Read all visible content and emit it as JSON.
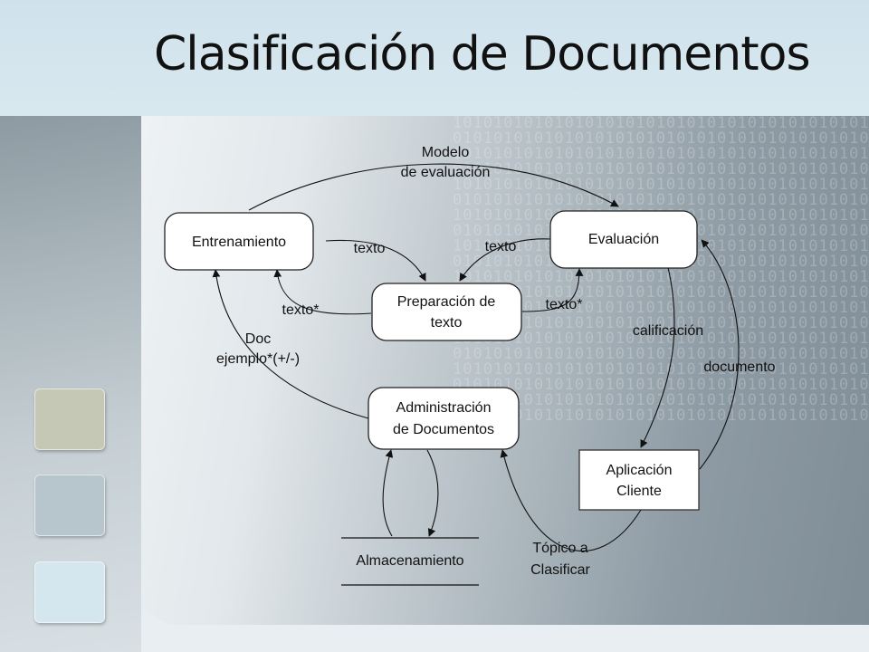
{
  "slide": {
    "title": "Clasificación de Documentos"
  },
  "decor": {
    "binary_text": "1010101010101010101010101010101010101010101010101010"
  },
  "nodes": {
    "entrenamiento": "Entrenamiento",
    "evaluacion": "Evaluación",
    "preparacion_line1": "Preparación de",
    "preparacion_line2": "texto",
    "administracion_line1": "Administración",
    "administracion_line2": "de Documentos",
    "aplicacion_line1": "Aplicación",
    "aplicacion_line2": "Cliente",
    "almacenamiento": "Almacenamiento"
  },
  "edges": {
    "modelo_line1": "Modelo",
    "modelo_line2": "de evaluación",
    "texto_left": "texto",
    "texto_right": "texto",
    "texto_star_left": "texto*",
    "texto_star_right": "texto*",
    "doc_line1": "Doc",
    "doc_line2": "ejemplo*(+/-)",
    "calificacion": "calificación",
    "documento": "documento",
    "topico_line1": "Tópico a",
    "topico_line2": "Clasificar"
  },
  "colors": {
    "header": "#d6e6ee",
    "square1": "#c4c8b4",
    "square2": "#b7c6cc",
    "square3": "#d4e6ee"
  }
}
